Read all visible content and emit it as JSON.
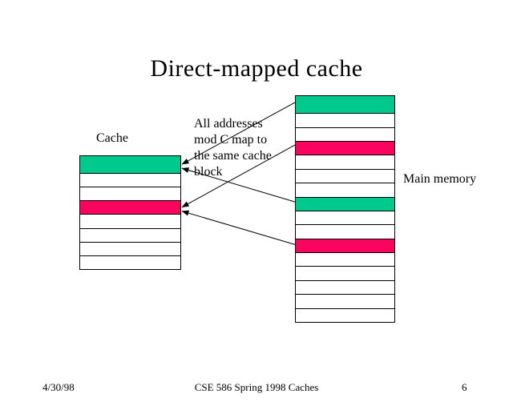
{
  "slide": {
    "title": "Direct-mapped cache",
    "footer": {
      "date": "4/30/98",
      "course": "CSE 586 Spring 1998 Caches",
      "page": "6"
    }
  },
  "diagram": {
    "cache_label": "Cache",
    "memory_label": "Main memory",
    "annotation": "All addresses\nmod C map to\nthe same cache\nblock",
    "colors": {
      "teal": "#00C98E",
      "pink": "#F9045E",
      "white": "#FFFFFF",
      "line": "#000000"
    },
    "cache_rows": [
      "teal",
      "white",
      "white",
      "pink",
      "white",
      "white",
      "white",
      "white"
    ],
    "memory_rows": [
      "teal",
      "white",
      "white",
      "pink",
      "white",
      "white",
      "white",
      "teal",
      "white",
      "white",
      "pink",
      "white",
      "white",
      "white",
      "white",
      "white"
    ],
    "mappings": [
      {
        "from_memory_row": 0,
        "to_cache_row": 0
      },
      {
        "from_memory_row": 3,
        "to_cache_row": 3
      },
      {
        "from_memory_row": 7,
        "to_cache_row": 0
      },
      {
        "from_memory_row": 10,
        "to_cache_row": 3
      }
    ]
  }
}
